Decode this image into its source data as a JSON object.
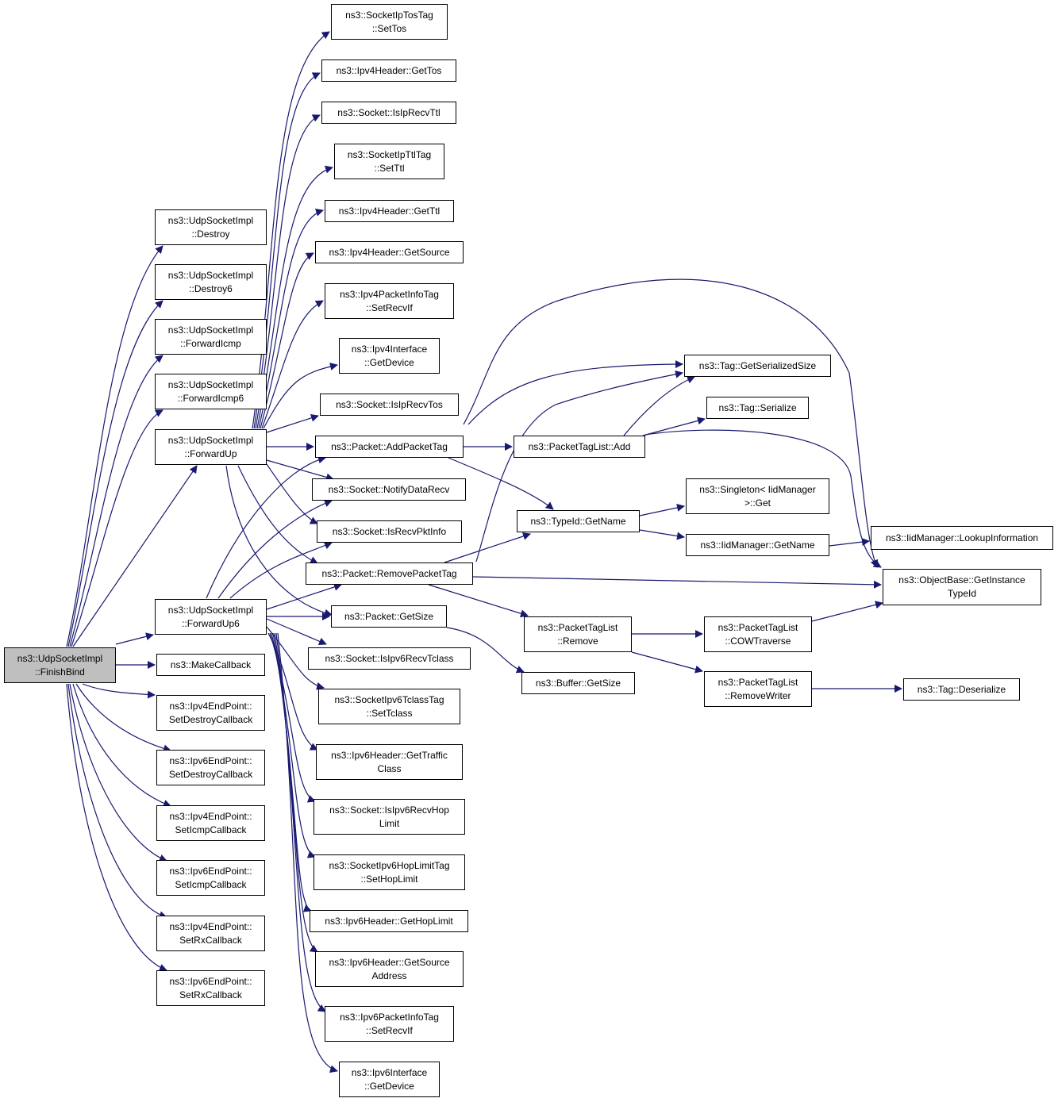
{
  "colors": {
    "edge": "#191970",
    "root_fill": "#bfbfbf",
    "node_fill": "#ffffff",
    "border": "#000000"
  },
  "nodes": {
    "finish_bind": {
      "lines": [
        "ns3::UdpSocketImpl",
        "::FinishBind"
      ],
      "root": true
    },
    "destroy": {
      "lines": [
        "ns3::UdpSocketImpl",
        "::Destroy"
      ]
    },
    "destroy6": {
      "lines": [
        "ns3::UdpSocketImpl",
        "::Destroy6"
      ]
    },
    "forward_icmp": {
      "lines": [
        "ns3::UdpSocketImpl",
        "::ForwardIcmp"
      ]
    },
    "forward_icmp6": {
      "lines": [
        "ns3::UdpSocketImpl",
        "::ForwardIcmp6"
      ]
    },
    "forward_up": {
      "lines": [
        "ns3::UdpSocketImpl",
        "::ForwardUp"
      ]
    },
    "forward_up6": {
      "lines": [
        "ns3::UdpSocketImpl",
        "::ForwardUp6"
      ]
    },
    "make_callback": {
      "lines": [
        "ns3::MakeCallback"
      ]
    },
    "ipv4ep_setdestroy": {
      "lines": [
        "ns3::Ipv4EndPoint::",
        "SetDestroyCallback"
      ]
    },
    "ipv6ep_setdestroy": {
      "lines": [
        "ns3::Ipv6EndPoint::",
        "SetDestroyCallback"
      ]
    },
    "ipv4ep_seticmp": {
      "lines": [
        "ns3::Ipv4EndPoint::",
        "SetIcmpCallback"
      ]
    },
    "ipv6ep_seticmp": {
      "lines": [
        "ns3::Ipv6EndPoint::",
        "SetIcmpCallback"
      ]
    },
    "ipv4ep_setrx": {
      "lines": [
        "ns3::Ipv4EndPoint::",
        "SetRxCallback"
      ]
    },
    "ipv6ep_setrx": {
      "lines": [
        "ns3::Ipv6EndPoint::",
        "SetRxCallback"
      ]
    },
    "iptostag_settos": {
      "lines": [
        "ns3::SocketIpTosTag",
        "::SetTos"
      ]
    },
    "ipv4h_gettos": {
      "lines": [
        "ns3::Ipv4Header::GetTos"
      ]
    },
    "socket_isiprecvttl": {
      "lines": [
        "ns3::Socket::IsIpRecvTtl"
      ]
    },
    "ipttltag_setttl": {
      "lines": [
        "ns3::SocketIpTtlTag",
        "::SetTtl"
      ]
    },
    "ipv4h_getttl": {
      "lines": [
        "ns3::Ipv4Header::GetTtl"
      ]
    },
    "ipv4h_getsource": {
      "lines": [
        "ns3::Ipv4Header::GetSource"
      ]
    },
    "ipv4pit_setrecvif": {
      "lines": [
        "ns3::Ipv4PacketInfoTag",
        "::SetRecvIf"
      ]
    },
    "ipv4if_getdevice": {
      "lines": [
        "ns3::Ipv4Interface",
        "::GetDevice"
      ]
    },
    "socket_isiprecvtos": {
      "lines": [
        "ns3::Socket::IsIpRecvTos"
      ]
    },
    "packet_addpackettag": {
      "lines": [
        "ns3::Packet::AddPacketTag"
      ]
    },
    "socket_notifydatarecv": {
      "lines": [
        "ns3::Socket::NotifyDataRecv"
      ]
    },
    "socket_isrecvpktinfo": {
      "lines": [
        "ns3::Socket::IsRecvPktInfo"
      ]
    },
    "packet_removepackettag": {
      "lines": [
        "ns3::Packet::RemovePacketTag"
      ]
    },
    "packet_getsize": {
      "lines": [
        "ns3::Packet::GetSize"
      ]
    },
    "socket_isipv6recvtclass": {
      "lines": [
        "ns3::Socket::IsIpv6RecvTclass"
      ]
    },
    "ipv6tclasstag_settclass": {
      "lines": [
        "ns3::SocketIpv6TclassTag",
        "::SetTclass"
      ]
    },
    "ipv6h_gettrafficclass": {
      "lines": [
        "ns3::Ipv6Header::GetTraffic",
        "Class"
      ]
    },
    "socket_isipv6recvhoplimit": {
      "lines": [
        "ns3::Socket::IsIpv6RecvHop",
        "Limit"
      ]
    },
    "ipv6hoplimittag_sethoplimit": {
      "lines": [
        "ns3::SocketIpv6HopLimitTag",
        "::SetHopLimit"
      ]
    },
    "ipv6h_gethoplimit": {
      "lines": [
        "ns3::Ipv6Header::GetHopLimit"
      ]
    },
    "ipv6h_getsourceaddress": {
      "lines": [
        "ns3::Ipv6Header::GetSource",
        "Address"
      ]
    },
    "ipv6pit_setrecvif": {
      "lines": [
        "ns3::Ipv6PacketInfoTag",
        "::SetRecvIf"
      ]
    },
    "ipv6if_getdevice": {
      "lines": [
        "ns3::Ipv6Interface",
        "::GetDevice"
      ]
    },
    "packettaglist_add": {
      "lines": [
        "ns3::PacketTagList::Add"
      ]
    },
    "typeid_getname": {
      "lines": [
        "ns3::TypeId::GetName"
      ]
    },
    "packettaglist_remove": {
      "lines": [
        "ns3::PacketTagList",
        "::Remove"
      ]
    },
    "buffer_getsize": {
      "lines": [
        "ns3::Buffer::GetSize"
      ]
    },
    "tag_getserializedsize": {
      "lines": [
        "ns3::Tag::GetSerializedSize"
      ]
    },
    "tag_serialize": {
      "lines": [
        "ns3::Tag::Serialize"
      ]
    },
    "singleton_get": {
      "lines": [
        "ns3::Singleton< IidManager",
        ">::Get"
      ]
    },
    "iidmanager_getname": {
      "lines": [
        "ns3::IidManager::GetName"
      ]
    },
    "packettaglist_cowtraverse": {
      "lines": [
        "ns3::PacketTagList",
        "::COWTraverse"
      ]
    },
    "packettaglist_removewriter": {
      "lines": [
        "ns3::PacketTagList",
        "::RemoveWriter"
      ]
    },
    "iidmanager_lookupinformation": {
      "lines": [
        "ns3::IidManager::LookupInformation"
      ]
    },
    "objectbase_getinstancetypeid": {
      "lines": [
        "ns3::ObjectBase::GetInstance",
        "TypeId"
      ]
    },
    "tag_deserialize": {
      "lines": [
        "ns3::Tag::Deserialize"
      ]
    }
  }
}
